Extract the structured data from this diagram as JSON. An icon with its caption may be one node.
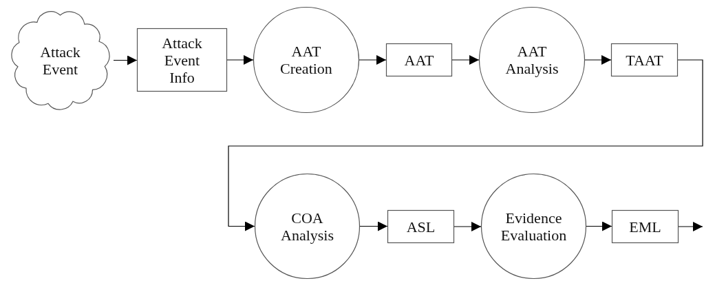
{
  "diagram": {
    "nodes": [
      {
        "text": [
          "Attack Event"
        ]
      },
      {
        "text": [
          "Attack Event Info"
        ]
      },
      {
        "text": [
          "AAT Creation"
        ]
      },
      {
        "text": [
          "AAT"
        ]
      },
      {
        "text": [
          "AAT Analysis"
        ]
      },
      {
        "text": [
          "TAAT"
        ]
      },
      {
        "text": [
          "COA Analysis"
        ]
      },
      {
        "text": [
          "ASL"
        ]
      },
      {
        "text": [
          "Evidence Evaluation"
        ]
      },
      {
        "text": [
          "EML"
        ]
      }
    ],
    "edges": [
      {
        "from": 0,
        "to": 1,
        "arrow": "to"
      },
      {
        "from": 1,
        "to": 2,
        "arrow": "to"
      },
      {
        "from": 2,
        "to": 3,
        "arrow": "to"
      },
      {
        "from": 3,
        "to": 4,
        "arrow": "to"
      },
      {
        "from": 4,
        "to": 5,
        "arrow": "to"
      },
      {
        "from": 5,
        "to": 6,
        "arrow": "to"
      },
      {
        "from": 6,
        "to": 7,
        "arrow": "to"
      },
      {
        "from": 7,
        "to": 8,
        "arrow": "to"
      },
      {
        "from": 8,
        "to": 9,
        "arrow": "to"
      },
      {
        "from": 9,
        "to": null,
        "arrow": "to"
      }
    ]
  }
}
